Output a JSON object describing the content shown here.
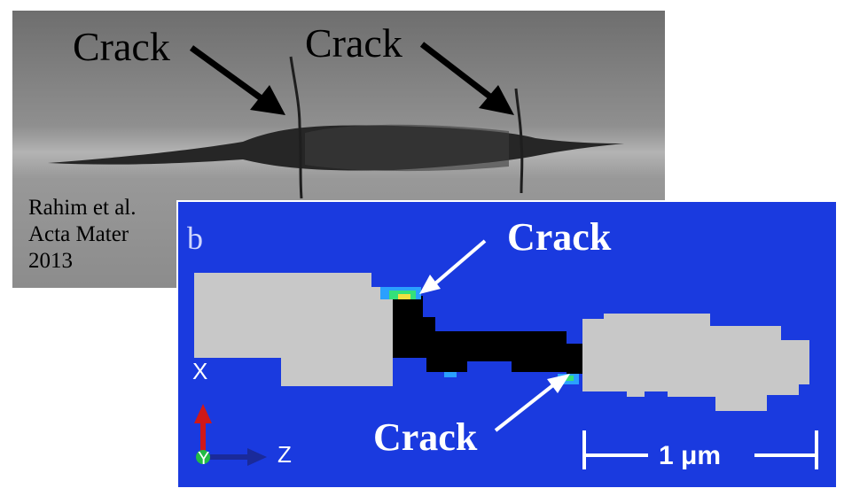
{
  "panel_a": {
    "labels": {
      "crack_left": "Crack",
      "crack_right": "Crack"
    },
    "citation": {
      "line1": "Rahim et al.",
      "line2": "Acta Mater",
      "line3": "2013"
    }
  },
  "panel_b": {
    "letter": "b",
    "labels": {
      "crack_top": "Crack",
      "crack_bottom": "Crack"
    },
    "axes": {
      "x": "X",
      "y": "Y",
      "z": "Z"
    },
    "scale_bar": "1 μm",
    "colors": {
      "background": "#1a3adf",
      "grain": "#c8c8c8",
      "pore": "#000000",
      "arrow_up": "#d01818",
      "arrow_right": "#1a2a9a",
      "origin": "#22bb44"
    }
  }
}
